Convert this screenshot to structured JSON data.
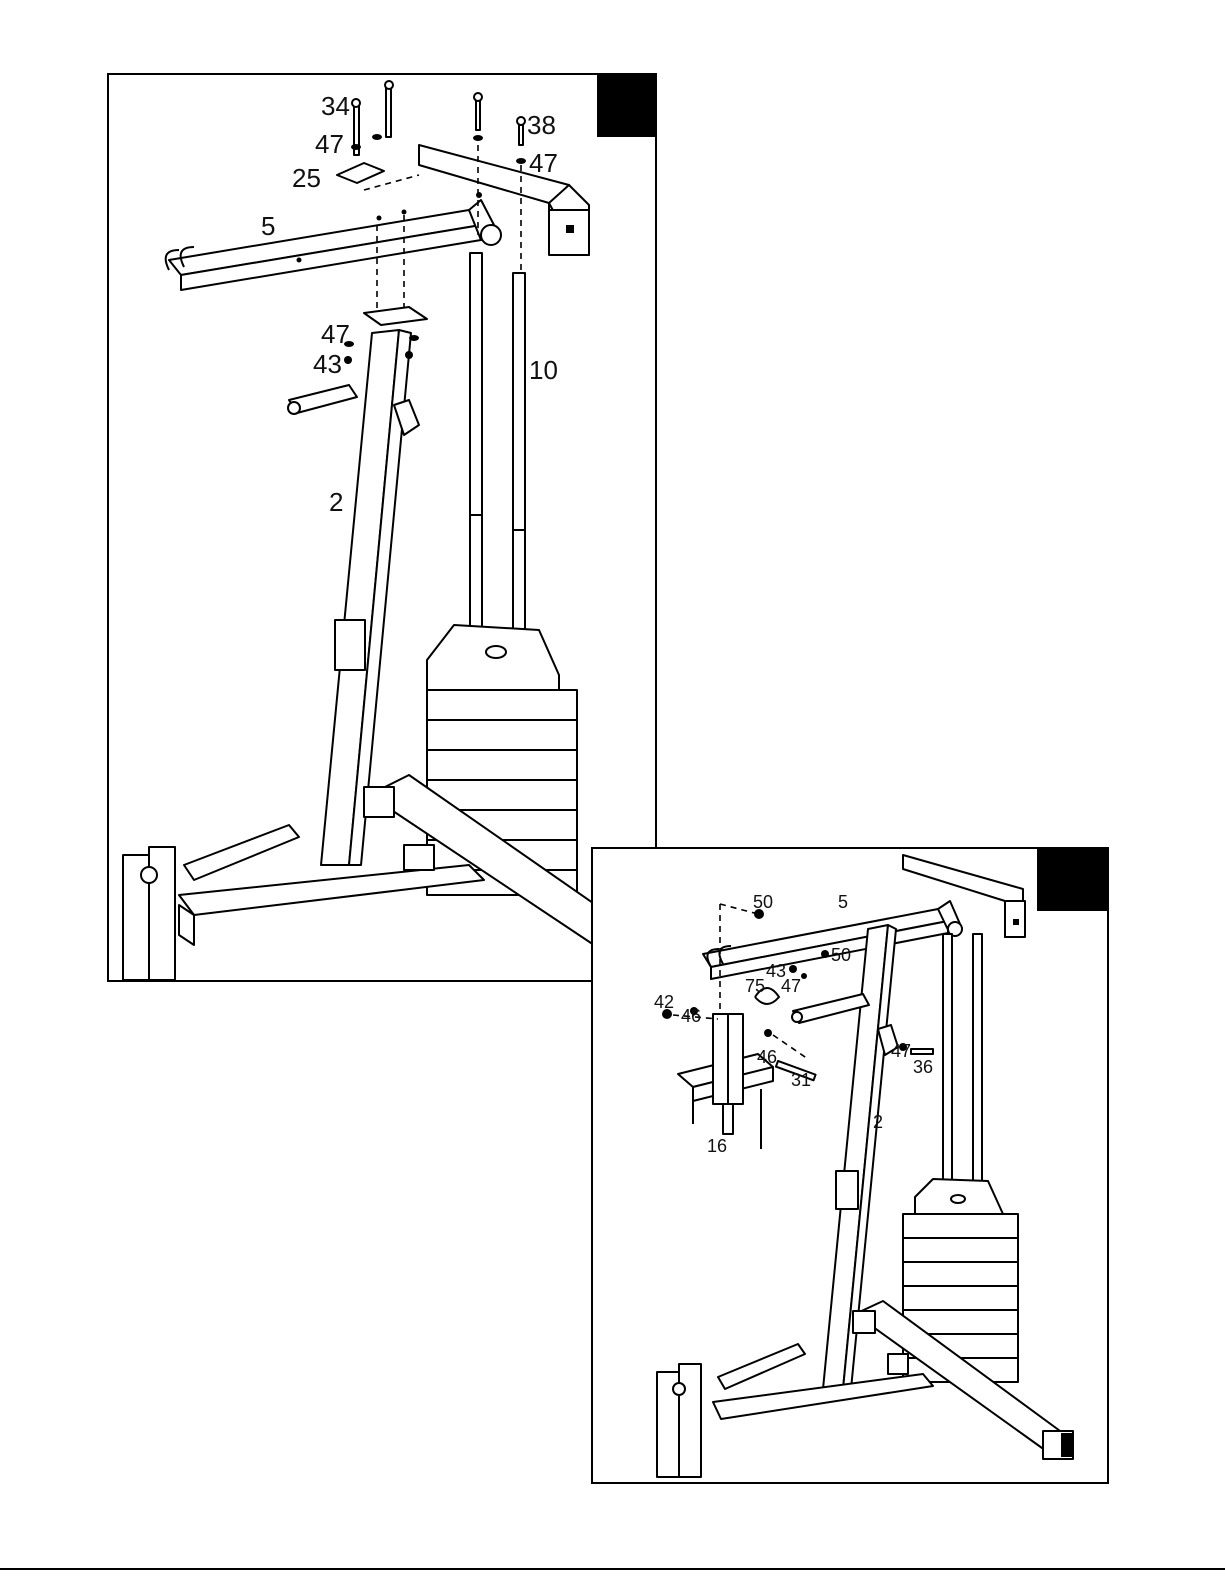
{
  "figure_top": {
    "labels": {
      "l34": "34",
      "l47a": "47",
      "l25": "25",
      "l38": "38",
      "l47b": "47",
      "l5": "5",
      "l47c": "47",
      "l43": "43",
      "l10": "10",
      "l2": "2"
    }
  },
  "figure_bottom": {
    "labels": {
      "l50a": "50",
      "l5": "5",
      "l50b": "50",
      "l43": "43",
      "l75": "75",
      "l47a": "47",
      "l42": "42",
      "l46a": "46",
      "l46b": "46",
      "l31": "31",
      "l47b": "47",
      "l36": "36",
      "l16": "16",
      "l2": "2"
    }
  }
}
